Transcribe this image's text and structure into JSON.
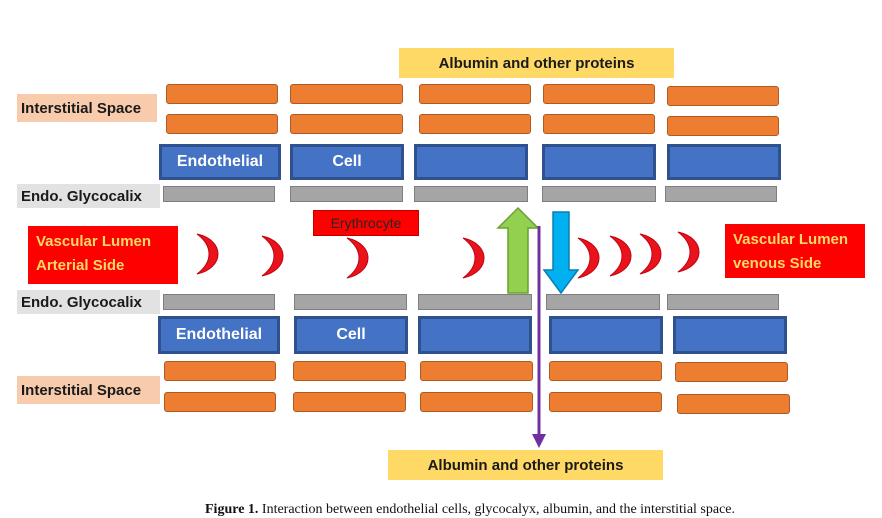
{
  "labels": {
    "interstitial_top": "Interstitial Space",
    "glyco_top": "Endo. Glycocalix",
    "lumen_arterial_1": "Vascular Lumen",
    "lumen_arterial_2": "Arterial Side",
    "glyco_bottom": "Endo. Glycocalix",
    "interstitial_bottom": "Interstitial Space",
    "lumen_venous_1": "Vascular Lumen",
    "lumen_venous_2": "venous Side",
    "albumin_top": "Albumin and other proteins",
    "albumin_bottom": "Albumin and other proteins",
    "erythrocyte": "Erythrocyte"
  },
  "cells": {
    "top_1": "Endothelial",
    "top_2": "Cell",
    "bottom_1": "Endothelial",
    "bottom_2": "Cell"
  },
  "caption": {
    "figure": "Figure 1.",
    "text": "Interaction between endothelial cells, glycocalyx, albumin, and the interstitial space."
  },
  "colors": {
    "interstitial": "#ed7d31",
    "endothelial": "#4472c4",
    "glycocalyx": "#a5a5a5",
    "erythrocyte": "#e8131b",
    "arrow_up": "#92d050",
    "arrow_down": "#00b0f0",
    "arrow_through": "#7030a0",
    "label_bg_peach": "#f8cbad",
    "label_bg_yellow": "#ffd966",
    "label_bg_red": "#ff0000"
  }
}
